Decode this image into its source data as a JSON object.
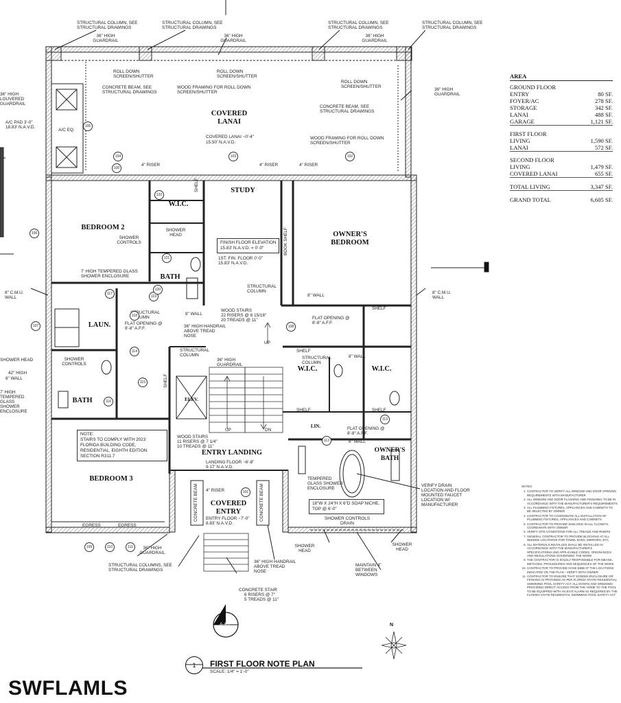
{
  "watermark": "SWFLAMLS",
  "plan_title": "FIRST FLOOR NOTE PLAN",
  "plan_scale": "SCALE: 1/4\" = 1'-0\"",
  "plan_number": "1",
  "section_marker": "A-4.1",
  "north_label": "N",
  "area": {
    "title": "AREA",
    "ground_floor": {
      "label": "GROUND FLOOR",
      "rows": [
        {
          "name": "ENTRY",
          "value": "80 SF."
        },
        {
          "name": "FOYER/AC",
          "value": "278 SF."
        },
        {
          "name": "STORAGE",
          "value": "342 SF."
        },
        {
          "name": "LANAI",
          "value": "488 SF."
        },
        {
          "name": "GARAGE",
          "value": "1,121 SF."
        }
      ]
    },
    "first_floor": {
      "label": "FIRST FLOOR",
      "rows": [
        {
          "name": "LIVING",
          "value": "1,590 SF."
        },
        {
          "name": "LANAI",
          "value": "572 SF."
        }
      ]
    },
    "second_floor": {
      "label": "SECOND FLOOR",
      "rows": [
        {
          "name": "LIVING",
          "value": "1,479 SF."
        },
        {
          "name": "COVERED LANAI",
          "value": "655 SF."
        }
      ]
    },
    "total_living": {
      "name": "TOTAL LIVING",
      "value": "3,347 SF."
    },
    "grand_total": {
      "name": "GRAND TOTAL",
      "value": "6,605 SF."
    }
  },
  "rooms": {
    "covered_lanai": "COVERED LANAI",
    "study": "STUDY",
    "bedroom2": "BEDROOM 2",
    "wic1": "W.I.C.",
    "bath1": "BATH",
    "owners_bedroom": "OWNER'S BEDROOM",
    "laun": "LAUN.",
    "bath2": "BATH",
    "wic2": "W.I.C.",
    "wic3": "W.I.C.",
    "elev": "ELEV.",
    "entry_landing": "ENTRY LANDING",
    "bedroom3": "BEDROOM 3",
    "covered_entry": "COVERED ENTRY",
    "owners_bath": "OWNER'S BATH",
    "lin": "LIN."
  },
  "labels": {
    "structural_column_see": "STRUCTURAL COLUMN, SEE STRUCTURAL DRAWINGS",
    "guardrail_36": "36\" HIGH GUARDRAIL",
    "louvered_guardrail": "36\" HIGH LOUVERED GUARDRAIL",
    "roll_down": "ROLL DOWN SCREEN/SHUTTER",
    "concrete_beam": "CONCRETE BEAM, SEE STRUCTURAL DRAWINGS",
    "wood_framing": "WOOD FRAMING FOR ROLL DOWN SCREEN/SHUTTER",
    "lanai_level": "COVERED LANAI ~0'-4\"",
    "lanai_navd": "15.50' N.A.V.D.",
    "ac_pad": "A/C PAD 3'-0\"",
    "ac_pad_navd": "18.83' N.A.V.D.",
    "ac_eq": "A/C EQ.",
    "riser_4": "4\" RISER",
    "shelf": "SHELF",
    "shower_controls": "SHOWER CONTROLS",
    "shower_head": "SHOWER HEAD",
    "finish_floor": "FINISH FLOOR ELEVATION",
    "finish_floor_navd": "15.83' N.A.V.D. = 0'-0\"",
    "first_floor_mark": "1ST. FIN. FLOOR 0'-0\"",
    "first_floor_navd": "15.83' N.A.V.D.",
    "book_shelf": "BOOK SHELF",
    "tempered_glass": "7' HIGH TEMPERED GLASS SHOWER ENCLOSURE",
    "cmu_wall": "8\" C.M.U. WALL",
    "structural_column": "STRUCTURAL COLUMN",
    "wall_8": "8\" WALL",
    "flat_opening": "FLAT OPENING @ 8'-8\" A.F.F.",
    "wood_stairs": "WOOD STAIRS",
    "stairs_risers": "22 RISERS @ 6 15/16\"",
    "stairs_treads": "20 TREADS @ 11\"",
    "handrail": "36\" HIGH HANDRAIL ABOVE TREAD NOSE",
    "guardrail_short": "36\" HIGH GUARDRAIL",
    "up": "UP",
    "dn": "DN",
    "guardrail_42": "42\" HIGH",
    "wall_6": "6\" WALL",
    "tempered_glass_left": "7' HIGH TEMPERED GLASS SHOWER ENCLOSURE",
    "wood_stairs2": "WOOD STAIRS",
    "stairs2_risers": "11 RISERS @ 7 1/4\"",
    "stairs2_treads": "10 TREADS @ 11\"",
    "landing_floor": "LANDING FLOOR ~6'-8\"",
    "landing_navd": "9.17' N.A.V.D.",
    "entry_floor": "ENTRY FLOOR ~7'-0\"",
    "entry_navd": "8.83' N.A.V.D.",
    "concrete_beam_short": "CONCRETE BEAM",
    "note_title": "NOTE:",
    "note_body": "STAIRS TO COMPLY WITH 2023 FLORIDA BUILDING CODE, RESIDENTIAL, EIGHTH EDITION SECTION R311.7",
    "egress": "EGRESS",
    "structural_columns_see": "STRUCTURAL COLUMNS, SEE STRUCTURAL DRAWINGS",
    "concrete_stair": "CONCRETE STAIR",
    "concrete_stair_risers": "6 RISERS @ 7\"",
    "concrete_stair_treads": "5 TREADS @ 11\"",
    "tempered_glass_shower": "TEMPERED GLASS SHOWER ENCLOSURE",
    "verify_drain": "VERIFY DRAIN LOCATION AND FLOOR MOUNTED FAUCET LOCATION W/ MANUFACTURER",
    "soap_niche": "18\"W x 24\"H x 6\"D SOAP NICHE, TOP @ 6'-0\"",
    "shower_controls_drain": "SHOWER CONTROLS DRAIN",
    "maintain": "MAINTAIN 4\" BETWEEN WINDOWS"
  },
  "tags": [
    "100",
    "101",
    "102",
    "103",
    "104",
    "105",
    "106",
    "107",
    "108",
    "109",
    "110",
    "111",
    "112",
    "113",
    "114",
    "115",
    "116",
    "117",
    "118",
    "119",
    "120",
    "121",
    "122"
  ],
  "notes": {
    "title": "NOTES",
    "items": [
      "CONTRACTOR TO VERIFY ALL WINDOW AND DOOR OPENING REQUIREMENTS WITH MANUFACTURER",
      "ALL WINDOW AND DOOR FLASHING AND FINISHING TO BE IN ACCORDANCE WITH THE MANUFACTURER'S REQUIREMENTS",
      "ALL PLUMBING FIXTURES, APPLIANCES AND CABINETS TO BE SELECTED BY OWNER",
      "CONTRACTOR TO COORDINATE ALL INSTALLATION OF PLUMBING FIXTURES, APPLIANCES AND CABINETS",
      "CONTRACTOR TO PROVIDE SHELVING IN ALL CLOSETS. COORDINATE WITH OWNER",
      "VERIFY SITE CONDITIONS FOR ALL TREADS AND RISERS",
      "GENERAL CONTRACTOR TO PROVIDE BLOCKING AT ALL NEEDED LOCATIONS FOR TOWEL BARS, MIRRORS, ETC.",
      "ALL MATERIALS INSTALLED SHALL BE INSTALLED IN ACCORDANCE WITH THE MANUFACTURER'S SPECIFICATIONS AND APPLICABLE CODES, ORDINANCES AND REGULATIONS GOVERNING THE WORK",
      "THE CONTRACTOR IS SOLELY RESPONSIBLE FOR MEANS, METHODS, PROCEDURES AND SEQUENCES OF THE WORK",
      "CONTRACTOR TO PROVIDE HOSE BIBB AT THE LOCATIONS INDICATED ON THE PLAN - VERIFY WITH OWNER",
      "CONTRACTOR TO ENSURE THAT SCREEN ENCLOSURE OR FENCING IS PROVIDED AS PER FLORIDA STATE RESIDENTIAL SWIMMING POOL SAFETY ACT. ALL DOORS AND WINDOWS PROVIDING DIRECT ACCESS FROM THE HOME TO THE POOL TO BE EQUIPPED WITH AN EXIT ALARM AS REQUIRED BY THE FLORIDA STATE RESIDENTIAL SWIMMING POOL SAFETY ACT."
    ]
  }
}
